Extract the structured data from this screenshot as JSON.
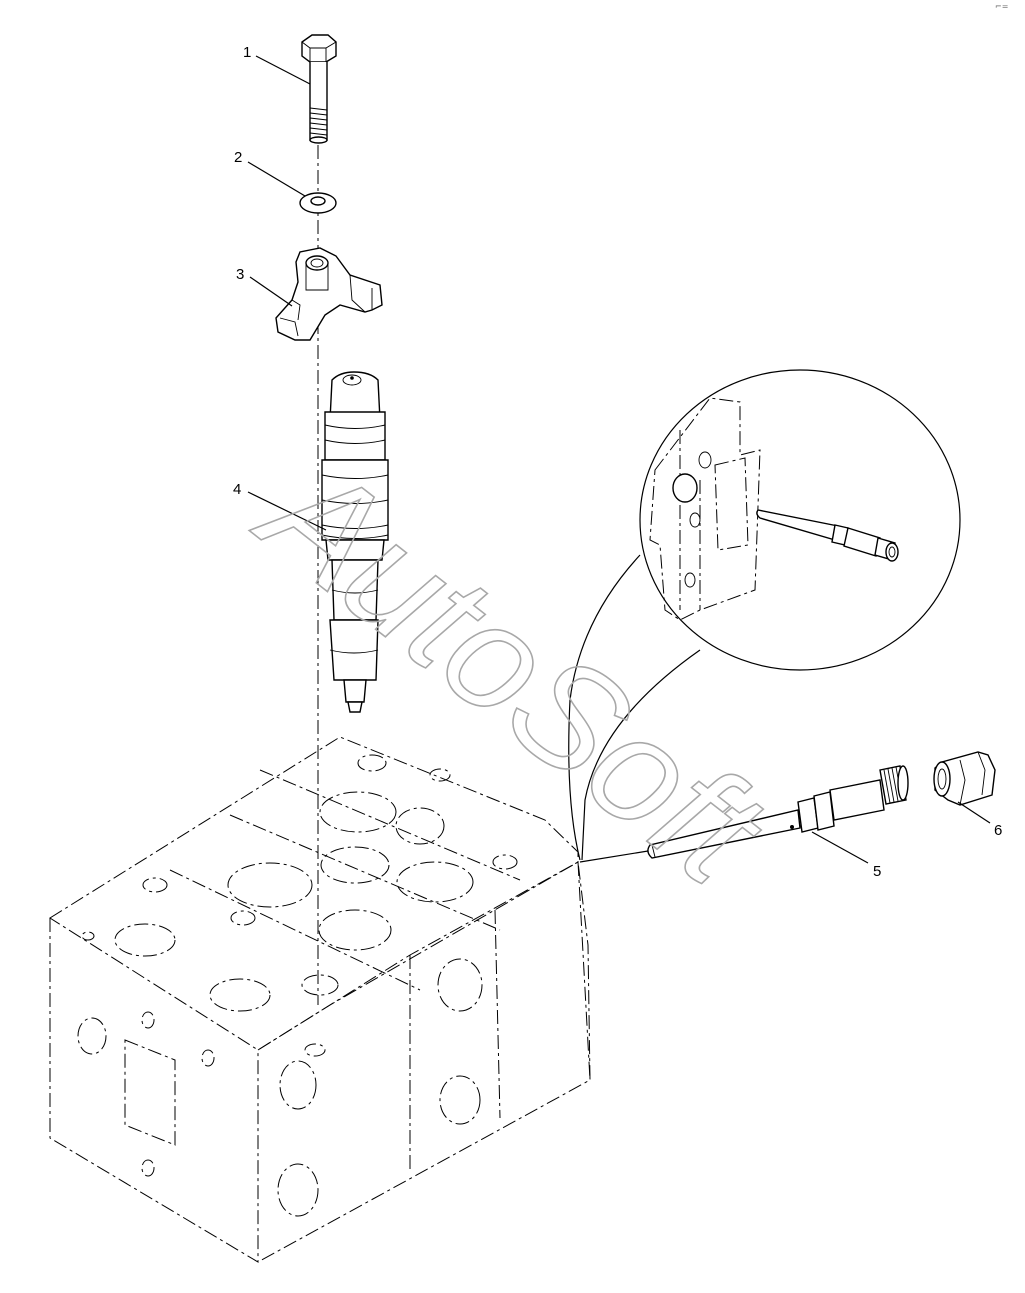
{
  "watermark": "AutoSoft",
  "corner_mark": "⌐=",
  "callouts": [
    {
      "id": "1",
      "label": "1"
    },
    {
      "id": "2",
      "label": "2"
    },
    {
      "id": "3",
      "label": "3"
    },
    {
      "id": "4",
      "label": "4"
    },
    {
      "id": "5",
      "label": "5"
    },
    {
      "id": "6",
      "label": "6"
    }
  ],
  "parts": [
    {
      "callout": "1",
      "icon": "hex-bolt-icon"
    },
    {
      "callout": "2",
      "icon": "washer-icon"
    },
    {
      "callout": "3",
      "icon": "clamp-icon"
    },
    {
      "callout": "4",
      "icon": "injector-icon"
    },
    {
      "callout": "5",
      "icon": "connector-pipe-icon"
    },
    {
      "callout": "6",
      "icon": "nut-icon"
    }
  ]
}
